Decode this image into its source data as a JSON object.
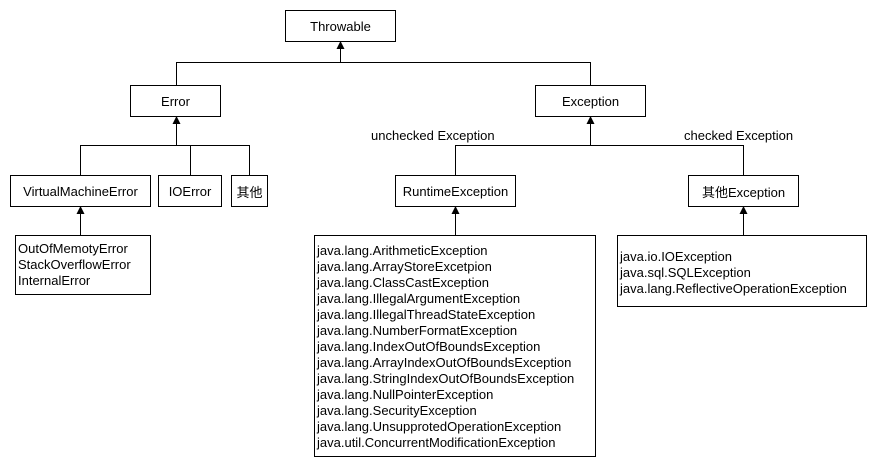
{
  "nodes": {
    "throwable": "Throwable",
    "error": "Error",
    "exception": "Exception",
    "vm_error": "VirtualMachineError",
    "io_error": "IOError",
    "other_error": "其他",
    "runtime_exception": "RuntimeException",
    "other_exception": "其他Exception"
  },
  "edge_labels": {
    "unchecked": "unchecked Exception",
    "checked": "checked Exception"
  },
  "lists": {
    "vm_error_children": [
      "OutOfMemotyError",
      "StackOverflowError",
      "InternalError"
    ],
    "runtime_exception_children": [
      "java.lang.ArithmeticException",
      "java.lang.ArrayStoreExcetpion",
      "java.lang.ClassCastException",
      "java.lang.IllegalArgumentException",
      "java.lang.IllegalThreadStateException",
      "java.lang.NumberFormatException",
      "java.lang.IndexOutOfBoundsException",
      "java.lang.ArrayIndexOutOfBoundsException",
      "java.lang.StringIndexOutOfBoundsException",
      "java.lang.NullPointerException",
      "java.lang.SecurityException",
      "java.lang.UnsupprotedOperationException",
      "java.util.ConcurrentModificationException"
    ],
    "checked_exception_children": [
      "java.io.IOException",
      "java.sql.SQLException",
      "java.lang.ReflectiveOperationException"
    ]
  }
}
